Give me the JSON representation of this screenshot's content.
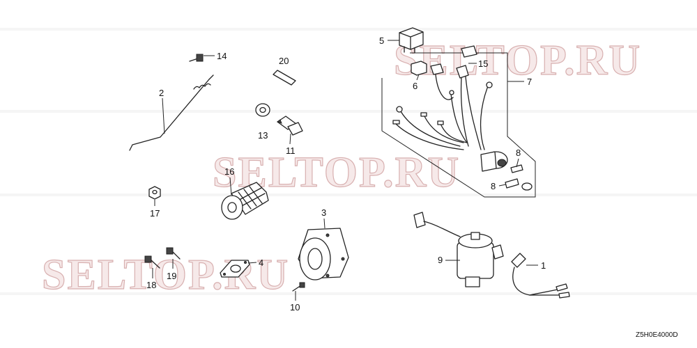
{
  "diagram": {
    "code": "Z5H0E4000D",
    "watermark": "SELTOP.RU",
    "labels": {
      "p1": "1",
      "p2": "2",
      "p3": "3",
      "p4": "4",
      "p5": "5",
      "p6": "6",
      "p7": "7",
      "p8a": "8",
      "p8b": "8",
      "p9": "9",
      "p10": "10",
      "p11": "11",
      "p13": "13",
      "p14": "14",
      "p15": "15",
      "p16": "16",
      "p17": "17",
      "p18": "18",
      "p19": "19",
      "p20": "20"
    }
  }
}
